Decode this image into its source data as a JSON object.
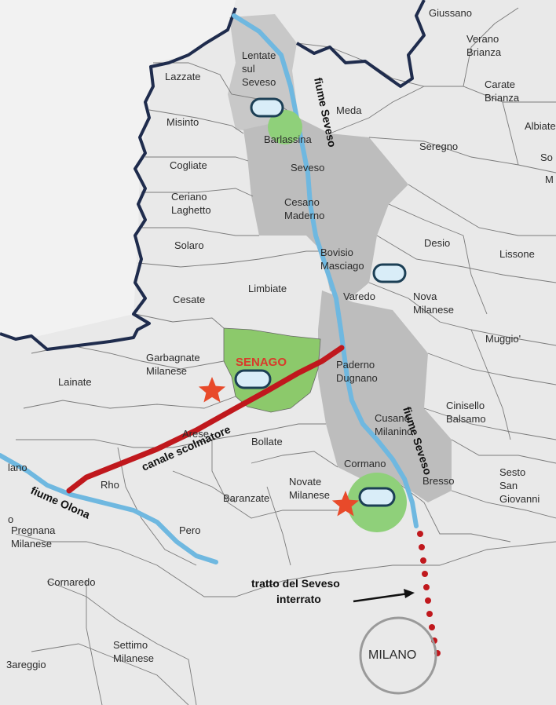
{
  "colors": {
    "background": "#e9e9e9",
    "outer": "#ffffff",
    "seveso_basin": "#c8c8c8",
    "lower_basin": "#bdbdbd",
    "senago": "#8cc96b",
    "river": "#6fb8e0",
    "canal": "#c0181d",
    "province_border": "#1f2c4d",
    "basin_fill": "#8fd07a",
    "basin_marker_fill": "#d9edf8",
    "basin_marker_stroke": "#1c3f55",
    "star": "#e84a2a",
    "milano_circle": "#9a9a9a",
    "dotted_line": "#c0181d"
  },
  "towns": [
    {
      "id": "giussano",
      "lines": [
        "Giussano"
      ]
    },
    {
      "id": "verano-brianza",
      "lines": [
        "Verano",
        "Brianza"
      ]
    },
    {
      "id": "carate-brianza",
      "lines": [
        "Carate",
        "Brianza"
      ]
    },
    {
      "id": "albiate",
      "lines": [
        "Albiate"
      ]
    },
    {
      "id": "so",
      "lines": [
        "So"
      ]
    },
    {
      "id": "m",
      "lines": [
        "M"
      ]
    },
    {
      "id": "lentate-sul-seveso",
      "lines": [
        "Lentate",
        "sul",
        "Seveso"
      ]
    },
    {
      "id": "lazzate",
      "lines": [
        "Lazzate"
      ]
    },
    {
      "id": "meda",
      "lines": [
        "Meda"
      ]
    },
    {
      "id": "misinto",
      "lines": [
        "Misinto"
      ]
    },
    {
      "id": "barlassina",
      "lines": [
        "Barlassina"
      ]
    },
    {
      "id": "seregno",
      "lines": [
        "Seregno"
      ]
    },
    {
      "id": "cogliate",
      "lines": [
        "Cogliate"
      ]
    },
    {
      "id": "seveso",
      "lines": [
        "Seveso"
      ]
    },
    {
      "id": "ceriano-laghetto",
      "lines": [
        "Ceriano",
        "Laghetto"
      ]
    },
    {
      "id": "cesano-maderno",
      "lines": [
        "Cesano",
        "Maderno"
      ]
    },
    {
      "id": "solaro",
      "lines": [
        "Solaro"
      ]
    },
    {
      "id": "desio",
      "lines": [
        "Desio"
      ]
    },
    {
      "id": "lissone",
      "lines": [
        "Lissone"
      ]
    },
    {
      "id": "bovisio-masciago",
      "lines": [
        "Bovisio",
        "Masciago"
      ]
    },
    {
      "id": "limbiate",
      "lines": [
        "Limbiate"
      ]
    },
    {
      "id": "cesate",
      "lines": [
        "Cesate"
      ]
    },
    {
      "id": "varedo",
      "lines": [
        "Varedo"
      ]
    },
    {
      "id": "nova-milanese",
      "lines": [
        "Nova",
        "Milanese"
      ]
    },
    {
      "id": "muggio",
      "lines": [
        "Muggio'"
      ]
    },
    {
      "id": "garbagnate-milanese",
      "lines": [
        "Garbagnate",
        "Milanese"
      ]
    },
    {
      "id": "lainate",
      "lines": [
        "Lainate"
      ]
    },
    {
      "id": "paderno-dugnano",
      "lines": [
        "Paderno",
        "Dugnano"
      ]
    },
    {
      "id": "cinisello-balsamo",
      "lines": [
        "Cinisello",
        "Balsamo"
      ]
    },
    {
      "id": "arese",
      "lines": [
        "Arese"
      ]
    },
    {
      "id": "bollate",
      "lines": [
        "Bollate"
      ]
    },
    {
      "id": "cusano-milanino",
      "lines": [
        "Cusano",
        "Milanino"
      ]
    },
    {
      "id": "rho",
      "lines": [
        "Rho"
      ]
    },
    {
      "id": "cormano",
      "lines": [
        "Cormano"
      ]
    },
    {
      "id": "novate-milanese",
      "lines": [
        "Novate",
        "Milanese"
      ]
    },
    {
      "id": "bresso",
      "lines": [
        "Bresso"
      ]
    },
    {
      "id": "sesto-san-giovanni",
      "lines": [
        "Sesto",
        "San",
        "Giovanni"
      ]
    },
    {
      "id": "baranzate",
      "lines": [
        "Baranzate"
      ]
    },
    {
      "id": "pero",
      "lines": [
        "Pero"
      ]
    },
    {
      "id": "pregnana-milanese",
      "lines": [
        "Pregnana",
        "Milanese"
      ]
    },
    {
      "id": "lano",
      "lines": [
        "lano"
      ]
    },
    {
      "id": "o",
      "lines": [
        "o"
      ]
    },
    {
      "id": "cornaredo",
      "lines": [
        "Cornaredo"
      ]
    },
    {
      "id": "settimo-milanese",
      "lines": [
        "Settimo",
        "Milanese"
      ]
    },
    {
      "id": "bareggio",
      "lines": [
        "3areggio"
      ]
    }
  ],
  "labels": {
    "senago": "SENAGO",
    "fiume_seveso_upper": "fiume Seveso",
    "fiume_seveso_lower": "fiume Seveso",
    "fiume_olona": "fiume Olona",
    "canale_scolmatore": "canale scolmatore",
    "tratto_line1": "tratto del Seveso",
    "tratto_line2": "interrato",
    "milano": "MILANO"
  }
}
